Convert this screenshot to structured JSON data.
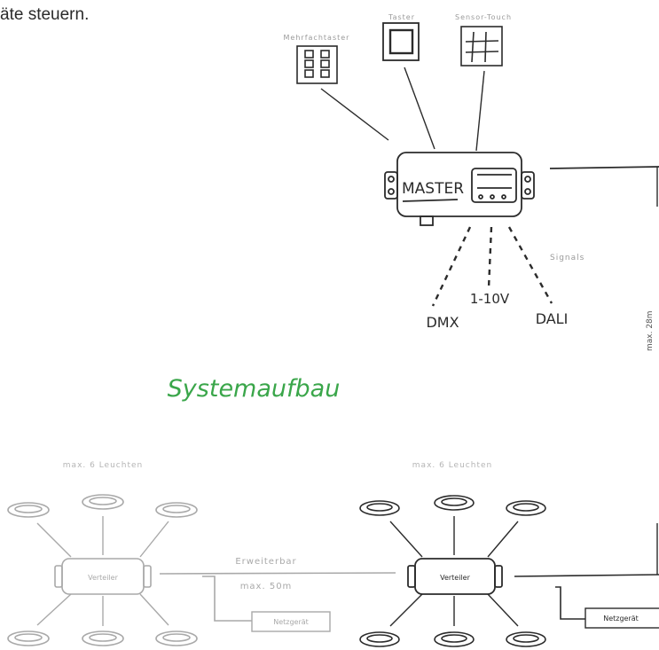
{
  "intro_text": "äte steuern.",
  "title": "Systemaufbau",
  "inputs": {
    "multi": "Mehrfachtaster",
    "taster": "Taster",
    "touch": "Sensor-Touch"
  },
  "master_label": "MASTER",
  "signals_label": "Signals",
  "signal_types": {
    "dmx": "DMX",
    "v110": "1-10V",
    "dali": "DALI"
  },
  "max_28m": "max. 28m",
  "left_group": {
    "caption": "max. 6 Leuchten",
    "distributor": "Verteiler",
    "psu": "Netzgerät"
  },
  "right_group": {
    "caption": "max. 6 Leuchten",
    "distributor": "Verteiler",
    "psu": "Netzgerät"
  },
  "link": {
    "label": "Erweiterbar",
    "max": "max. 50m"
  },
  "colors": {
    "title_green": "#3aa64a",
    "ink": "#2b2b2b",
    "faded": "#a9a9a9",
    "light_text": "#9a9a9a"
  }
}
